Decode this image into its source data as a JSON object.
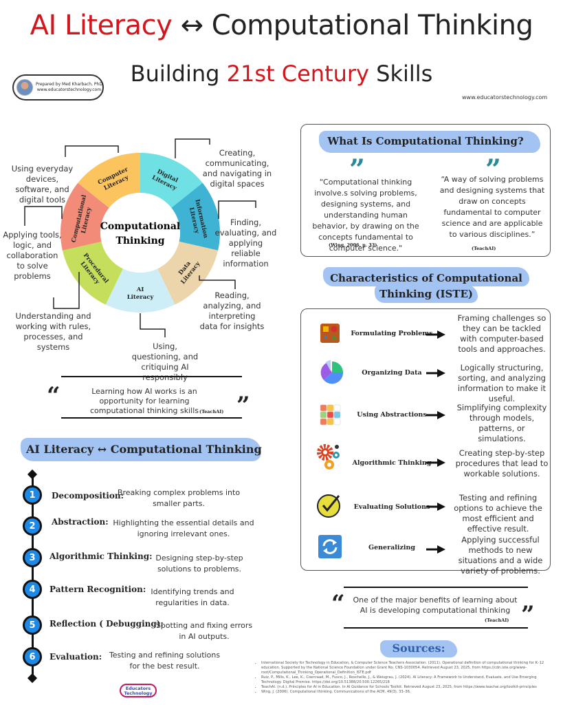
{
  "header": {
    "title_left": "AI Literacy",
    "title_arrow": "↔",
    "title_right": "Computational Thinking",
    "subtitle_left": "Building",
    "subtitle_red": "21st Century",
    "subtitle_right": "Skills",
    "badge_line1": "Prepared by Med Kharbach, PhD",
    "badge_line2": "www.educatorstechnology.com",
    "site_url": "www.educatorstechnology.com"
  },
  "wheel": {
    "center_label_1": "Computational",
    "center_label_2": "Thinking",
    "segments": [
      {
        "name": "Digital Literacy",
        "l1": "Digital",
        "l2": "Literacy",
        "color": "#6fe0e3",
        "desc": "Creating, communicating, and navigating in digital spaces"
      },
      {
        "name": "Information Literacy",
        "l1": "Information",
        "l2": "Literacy",
        "color": "#3fb3d3",
        "desc": "Finding, evaluating, and applying reliable information"
      },
      {
        "name": "Data Literacy",
        "l1": "Data",
        "l2": "Literacy",
        "color": "#ecd5ab",
        "desc": "Reading, analyzing, and interpreting data for insights"
      },
      {
        "name": "AI Literacy",
        "l1": "AI",
        "l2": "Literacy",
        "color": "#cdeef7",
        "desc": "Using, questioning, and critiquing AI responsibly"
      },
      {
        "name": "Procedural Literacy",
        "l1": "Procedural",
        "l2": "Literacy",
        "color": "#c5df5d",
        "desc": "Understanding and working with rules, processes, and systems"
      },
      {
        "name": "Computational Literacy",
        "l1": "Computational",
        "l2": "Literacy",
        "color": "#f28b77",
        "desc": "Applying tools, logic, and collaboration to solve problems"
      },
      {
        "name": "Computer Literacy",
        "l1": "Computer",
        "l2": "Literacy",
        "color": "#fbc45e",
        "desc": "Using everyday devices, software, and digital tools"
      }
    ]
  },
  "quote1": {
    "text": "Learning how AI works is an opportunity for learning computational thinking skills",
    "source": "(TeachAI)"
  },
  "timeline": {
    "heading": "AI Literacy ↔ Computational Thinking",
    "steps": [
      {
        "num": "1",
        "name": "Decomposition:",
        "desc": "Breaking complex problems into smaller parts."
      },
      {
        "num": "2",
        "name": "Abstraction:",
        "desc": "Highlighting the essential details and ignoring irrelevant ones."
      },
      {
        "num": "3",
        "name": "Algorithmic Thinking:",
        "desc": "Designing step-by-step solutions to problems."
      },
      {
        "num": "4",
        "name": "Pattern Recognition:",
        "desc": "Identifying trends and regularities in data."
      },
      {
        "num": "5",
        "name": "Reflection ( Debugging):",
        "desc": "Spotting and fixing errors in AI outputs."
      },
      {
        "num": "6",
        "name": "Evaluation:",
        "desc": "Testing and refining solutions for the best result."
      }
    ]
  },
  "what_is": {
    "heading": "What Is Computational Thinking?",
    "quotes": [
      {
        "text": "“Computational thinking involve.s solving problems, designing systems, and understanding human behavior, by drawing on the concepts fundamental to computer science.\"",
        "source": "(Wing, 2006, p. 33)"
      },
      {
        "text": "“A way of solving problems and designing systems that draw on concepts fundamental to computer science and are applicable to various disciplines.”",
        "source": "(TeachAI)"
      }
    ]
  },
  "characteristics": {
    "heading": "Characteristics of Computational Thinking (ISTE)",
    "items": [
      {
        "icon": "shape-sorter-icon",
        "name": "Formulating Problems",
        "desc": "Framing challenges so they can be tackled with computer-based tools and approaches."
      },
      {
        "icon": "pie-chart-icon",
        "name": "Organizing Data",
        "desc": "Logically structuring, sorting, and analyzing information to make it useful."
      },
      {
        "icon": "rubiks-cube-icon",
        "name": "Using Abstractions",
        "desc": "Simplifying complexity through models, patterns, or simulations."
      },
      {
        "icon": "gears-icon",
        "name": "Algorithmic Thinking",
        "desc": "Creating step-by-step procedures that lead to workable solutions."
      },
      {
        "icon": "checkmark-icon",
        "name": "Evaluating Solutions",
        "desc": "Testing and refining options to achieve the most efficient and effective result."
      },
      {
        "icon": "refresh-icon",
        "name": "Generalizing",
        "desc": "Applying successful methods to new situations and a wide variety of problems."
      }
    ]
  },
  "quote2": {
    "text": "One of the major benefits of learning about AI is developing computational thinking",
    "source": "(TeachAI)"
  },
  "sources": {
    "heading": "Sources:",
    "items": [
      "International Society for Technology in Education, & Computer Science Teachers Association. (2011). Operational definition of computational thinking for K–12 education. Supported by the National Science Foundation under Grant No. CNS-1030054. Retrieved August 23, 2025, from https://cdn.iste.org/www-root/Computational_Thinking_Operational_Definition_ISTE.pdf",
      "Ruiz, P., Mills, K., Lee, K., Coenraad, M., Fusco, J., Roschelle, J., & Weisgrau, J. (2024). AI Literacy: A Framework to Understand, Evaluate, and Use Emerging Technology. Digital Promise. https://doi.org/10.51388/20.500.12265/218",
      "TeachAI. (n.d.). Principles for AI in Education. In AI Guidance for Schools Toolkit. Retrieved August 23, 2025, from https://www.teachai.org/toolkit-principles",
      "Wing, J. (2006). Computational thinking. Communications of the ACM, 49(3), 33–36."
    ]
  },
  "footer_logo": "Educators Technology",
  "colors": {
    "accent_red": "#d3161c",
    "highlight_blue": "#a3c3f2",
    "step_blue": "#1e88e5",
    "quote_teal": "#2a8a97"
  }
}
